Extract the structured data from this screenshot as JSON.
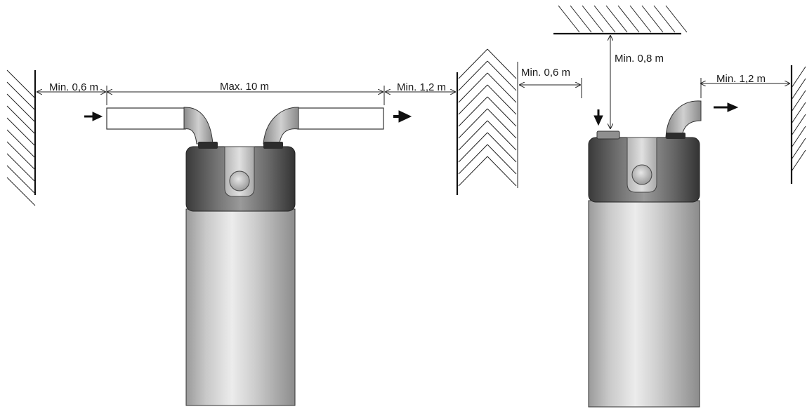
{
  "diagram": {
    "left_setup": {
      "clearance_left_wall_label": "Min. 0,6 m",
      "max_duct_length_label": "Max. 10 m",
      "clearance_right_wall_label": "Min. 1,2 m"
    },
    "right_setup": {
      "clearance_ceiling_label": "Min. 0,8 m",
      "clearance_left_wall_label": "Min. 0,6 m",
      "clearance_right_wall_label": "Min. 1,2 m"
    }
  },
  "colors": {
    "tank_light": "#e6e6e6",
    "tank_mid": "#b9b9b9",
    "tank_dark": "#8a8a8a",
    "head_dark": "#3f3f3f",
    "head_light": "#8c8c8c",
    "line": "#222222"
  }
}
